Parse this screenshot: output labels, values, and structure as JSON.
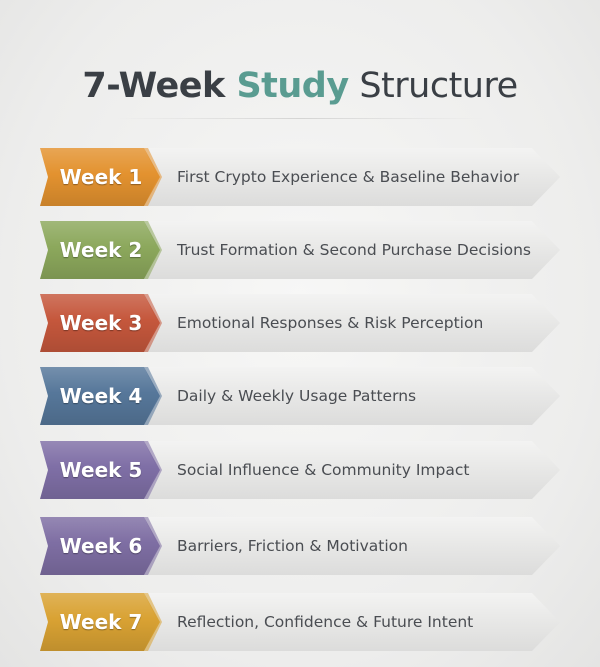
{
  "title": {
    "part_a": "7-Week ",
    "part_b": "Study",
    "part_c": " Structure"
  },
  "weeks": [
    {
      "label": "Week 1",
      "text": "First Crypto Experience & Baseline Behavior",
      "color": "#e3922f"
    },
    {
      "label": "Week 2",
      "text": "Trust Formation & Second Purchase Decisions",
      "color": "#8ca85c"
    },
    {
      "label": "Week 3",
      "text": "Emotional Responses & Risk Perception",
      "color": "#c5573c"
    },
    {
      "label": "Week 4",
      "text": "Daily & Weekly Usage Patterns",
      "color": "#56779a"
    },
    {
      "label": "Week 5",
      "text": "Social Influence & Community Impact",
      "color": "#7f6fa6"
    },
    {
      "label": "Week 6",
      "text": "Barriers, Friction & Motivation",
      "color": "#7e6ea3"
    },
    {
      "label": "Week 7",
      "text": "Reflection, Confidence & Future Intent",
      "color": "#d9a233"
    }
  ]
}
